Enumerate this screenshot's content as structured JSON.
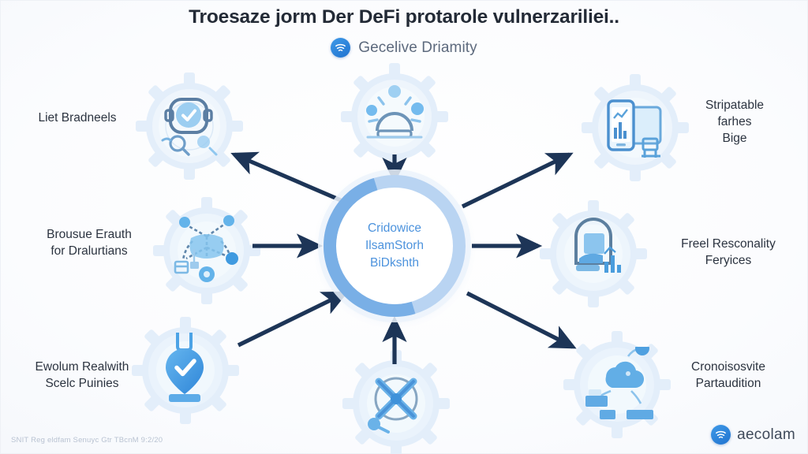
{
  "header": {
    "title": "Troesaze jorm Der DeFi protarole vulnerzariliei..",
    "subtitle": "Gecelive Driamity",
    "brand_icon": "aecolam-logo-icon"
  },
  "hub": {
    "lines": [
      "Cridowice",
      "IlsamStorh",
      "BiDkshth"
    ],
    "ring_color": "#b9d4f2",
    "accent_color": "#6fa9e4",
    "text_color": "#4d93dd"
  },
  "nodes": [
    {
      "id": "top-left",
      "icon": "shield-check-search-icon",
      "label_lines": [
        "Liet Bradneels"
      ]
    },
    {
      "id": "top-center",
      "icon": "idea-dome-icon",
      "label_lines": []
    },
    {
      "id": "top-right",
      "icon": "mobile-analytics-icon",
      "label_lines": [
        "Stripatable",
        "farhes",
        "Bige"
      ]
    },
    {
      "id": "middle-left",
      "icon": "blockchain-network-icon",
      "label_lines": [
        "Brousue Erauth",
        "for Dralurtians"
      ]
    },
    {
      "id": "middle-right",
      "icon": "report-person-chart-icon",
      "label_lines": [
        "Freel Resconality",
        "Feryices"
      ]
    },
    {
      "id": "bottom-left",
      "icon": "location-pin-check-icon",
      "label_lines": [
        "Ewolum Realwith",
        "Scelc Puinies"
      ]
    },
    {
      "id": "bottom-center",
      "icon": "crossed-tools-icon",
      "label_lines": []
    },
    {
      "id": "bottom-right",
      "icon": "cloud-nodes-icon",
      "label_lines": [
        "Cronoisosvite",
        "Partaudition"
      ]
    }
  ],
  "footer": {
    "note": "SNIT Reg eldfam Senuyc Gtr TBcnM 9:2/20",
    "logo_text": "aecolam",
    "logo_icon": "aecolam-logo-icon"
  },
  "colors": {
    "arrow": "#1d3557",
    "gear": "#e2edf8",
    "icon_blue": "#4fa3e8",
    "icon_blue_dark": "#2f7bc4",
    "background": "#ffffff"
  }
}
